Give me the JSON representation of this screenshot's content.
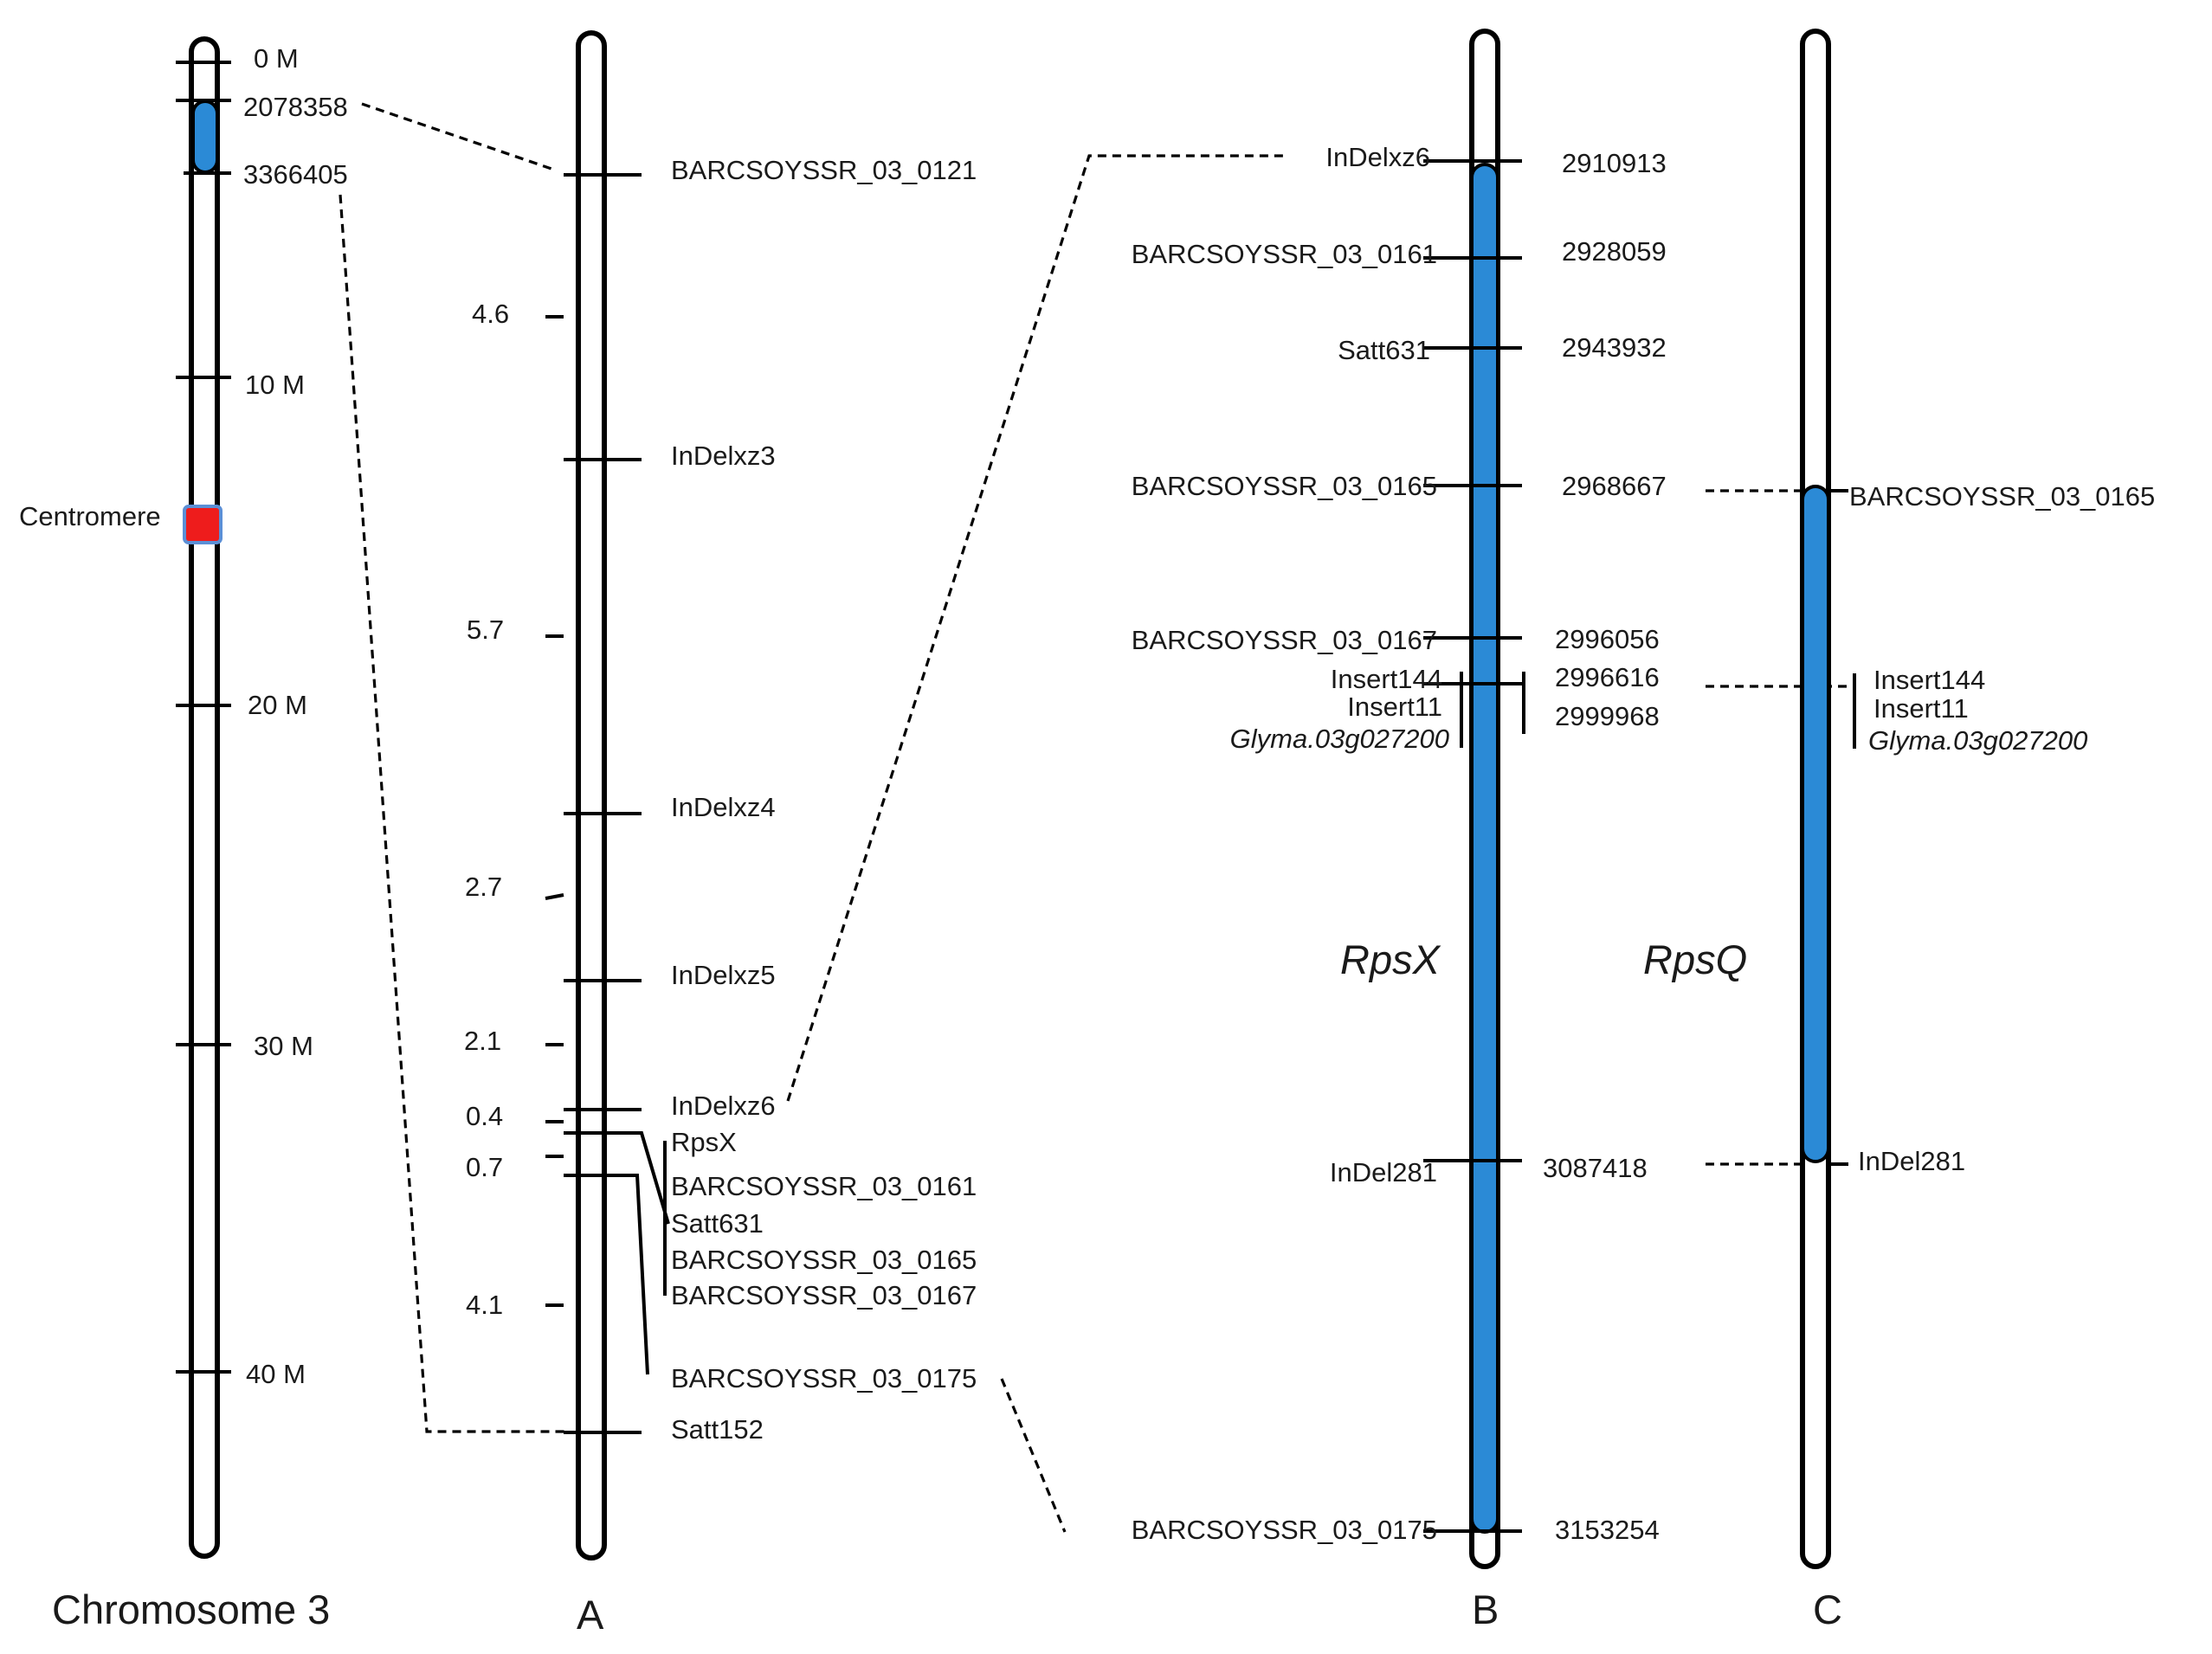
{
  "chromosome_panel": {
    "title": "Chromosome 3",
    "scale_labels": [
      "0 M",
      "10 M",
      "20 M",
      "30 M",
      "40 M"
    ],
    "region_start": "2078358",
    "region_end": "3366405",
    "centromere_label": "Centromere",
    "colors": {
      "region": "#2b8ad6",
      "centromere": "#ee1c1c",
      "centromere_border": "#5b8fd6"
    }
  },
  "panel_a": {
    "label": "A",
    "markers": [
      "BARCSOYSSR_03_0121",
      "InDelxz3",
      "InDelxz4",
      "InDelxz5",
      "InDelxz6",
      "Satt152"
    ],
    "distances": [
      "4.6",
      "5.7",
      "2.7",
      "2.1",
      "0.4",
      "0.7",
      "4.1"
    ],
    "cluster": [
      "RpsX",
      "BARCSOYSSR_03_0161",
      "Satt631",
      "BARCSOYSSR_03_0165",
      "BARCSOYSSR_03_0167"
    ],
    "marker_0175": "BARCSOYSSR_03_0175"
  },
  "panel_b": {
    "label": "B",
    "gene_label": "RpsX",
    "markers": [
      {
        "name": "InDelxz6",
        "position": "2910913"
      },
      {
        "name": "BARCSOYSSR_03_0161",
        "position": "2928059"
      },
      {
        "name": "Satt631",
        "position": "2943932"
      },
      {
        "name": "BARCSOYSSR_03_0165",
        "position": "2968667"
      },
      {
        "name": "BARCSOYSSR_03_0167",
        "position": "2996056"
      },
      {
        "name": "InDel281",
        "position": "3087418"
      },
      {
        "name": "BARCSOYSSR_03_0175",
        "position": "3153254"
      }
    ],
    "insert_group": {
      "names": [
        "Insert144",
        "Insert11",
        "Glyma.03g027200"
      ],
      "positions": [
        "2996616",
        "2999968"
      ]
    }
  },
  "panel_c": {
    "label": "C",
    "gene_label": "RpsQ",
    "markers": [
      "BARCSOYSSR_03_0165",
      "InDel281"
    ],
    "insert_group": [
      "Insert144",
      "Insert11",
      "Glyma.03g027200"
    ]
  }
}
